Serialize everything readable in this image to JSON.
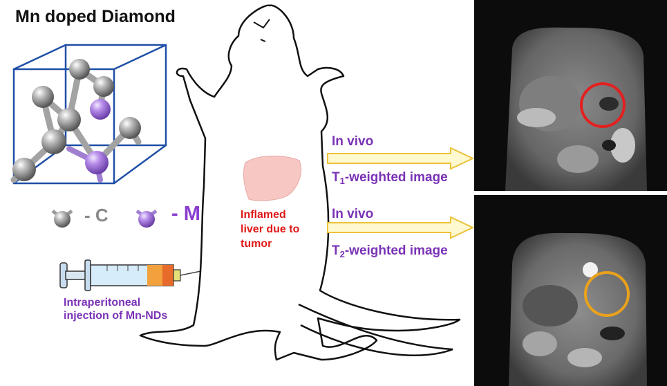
{
  "title": "Mn doped Diamond",
  "legend": {
    "carbon_label": "- C",
    "mn_label": "- Mn",
    "carbon_color": "#8c8c8c",
    "mn_color": "#a97be0"
  },
  "injection_label": {
    "line1": "Intraperitoneal",
    "line2": "injection of Mn-NDs"
  },
  "liver_label": {
    "line1": "Inflamed",
    "line2": "liver due to",
    "line3": "tumor"
  },
  "arrows": [
    {
      "top_label": "In vivo",
      "bottom_label_prefix": "T",
      "bottom_label_sub": "1",
      "bottom_label_suffix": "-weighted image"
    },
    {
      "top_label": "In vivo",
      "bottom_label_prefix": "T",
      "bottom_label_sub": "2",
      "bottom_label_suffix": "-weighted image"
    }
  ],
  "colors": {
    "text_purple": "#7a32b6",
    "text_red": "#e01818",
    "arrow_fill": "#fff9d0",
    "arrow_stroke": "#ecc23a",
    "cube_blue": "#1f4fa6",
    "t1_circle": "#e32020",
    "t2_circle": "#eaa21c"
  }
}
